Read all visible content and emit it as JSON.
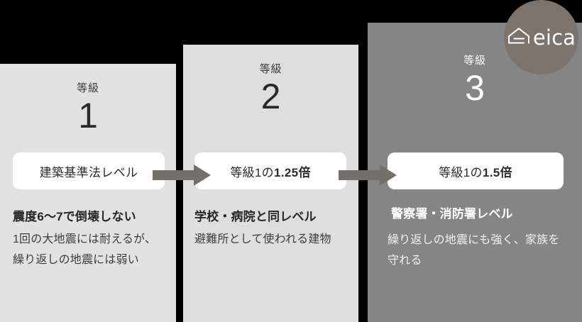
{
  "theme": {
    "background": "#000000",
    "col1_bg": "#e2e2e2",
    "col2_bg": "#dedede",
    "col3_bg": "#858585",
    "pill_bg": "#ffffff",
    "arrow_color": "#73706b",
    "logo_bg": "#7c746c",
    "text_dark": "#2b2b2b",
    "text_light": "#ffffff"
  },
  "logo": {
    "name": "eica",
    "mark": "house-outline-icon",
    "text": "eica"
  },
  "columns": [
    {
      "grade_label": "等級",
      "grade_number": "1",
      "pill_prefix": "建築基準法レベル",
      "pill_strong": "",
      "heading": "震度6〜7で倒壊しない",
      "body": "1回の大地震には耐えるが、繰り返しの地震には弱い"
    },
    {
      "grade_label": "等級",
      "grade_number": "2",
      "pill_prefix": "等級1の",
      "pill_strong": "1.25倍",
      "heading": "学校・病院と同レベル",
      "body": "避難所として使われる建物"
    },
    {
      "grade_label": "等級",
      "grade_number": "3",
      "pill_prefix": "等級1の",
      "pill_strong": "1.5倍",
      "heading": "警察署・消防署レベル",
      "body": "繰り返しの地震にも強く、家族を守れる"
    }
  ],
  "arrows": [
    {
      "name": "arrow-grade1-to-grade2",
      "direction": "right"
    },
    {
      "name": "arrow-grade2-to-grade3",
      "direction": "right"
    }
  ]
}
